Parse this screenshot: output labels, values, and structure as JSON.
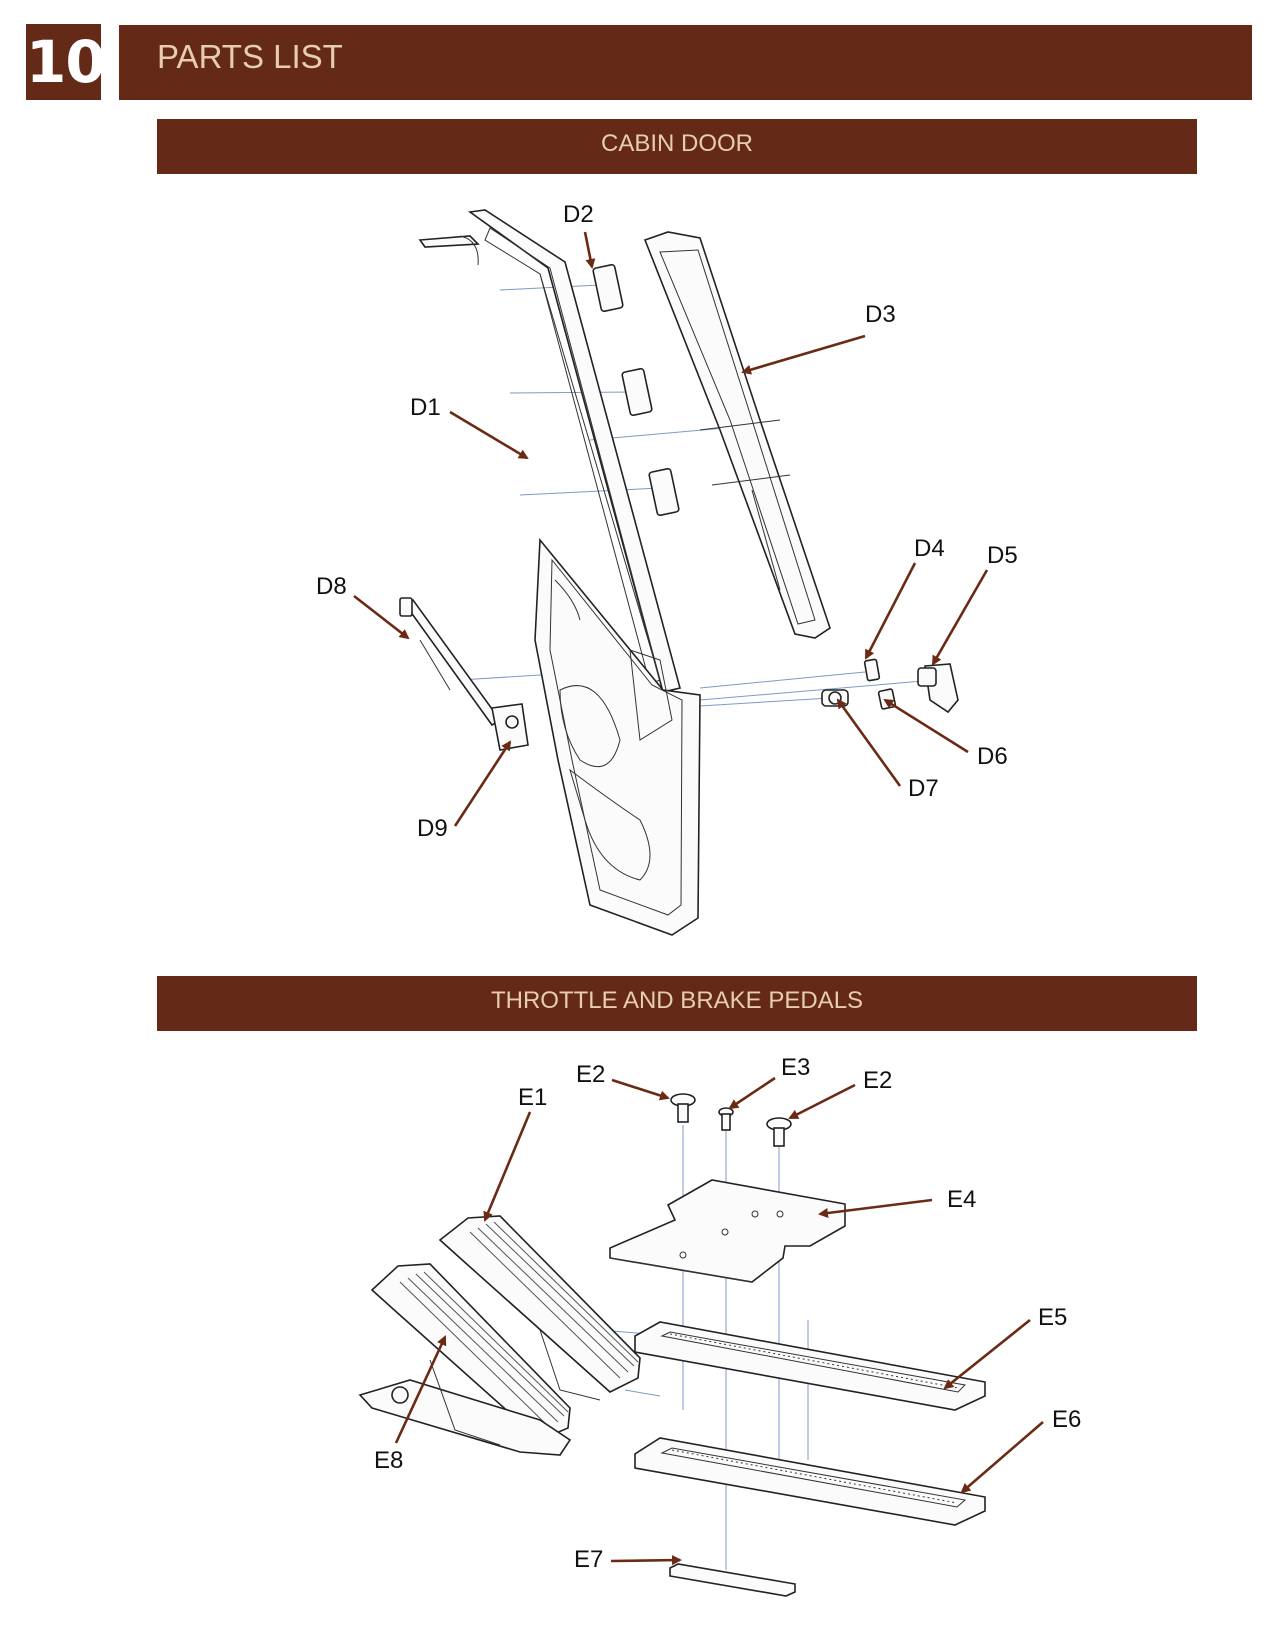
{
  "page": {
    "number": "10",
    "title": "PARTS LIST"
  },
  "sections": [
    {
      "heading": "CABIN DOOR",
      "callouts": [
        "D1",
        "D2",
        "D3",
        "D4",
        "D5",
        "D6",
        "D7",
        "D8",
        "D9"
      ]
    },
    {
      "heading": "THROTTLE AND BRAKE PEDALS",
      "callouts": [
        "E1",
        "E2",
        "E3",
        "E2",
        "E4",
        "E5",
        "E6",
        "E7",
        "E8"
      ]
    }
  ],
  "colors": {
    "bar_background": "#652a17",
    "bar_text": "#e7ccb4",
    "leader_arrow": "#6a2a14"
  }
}
